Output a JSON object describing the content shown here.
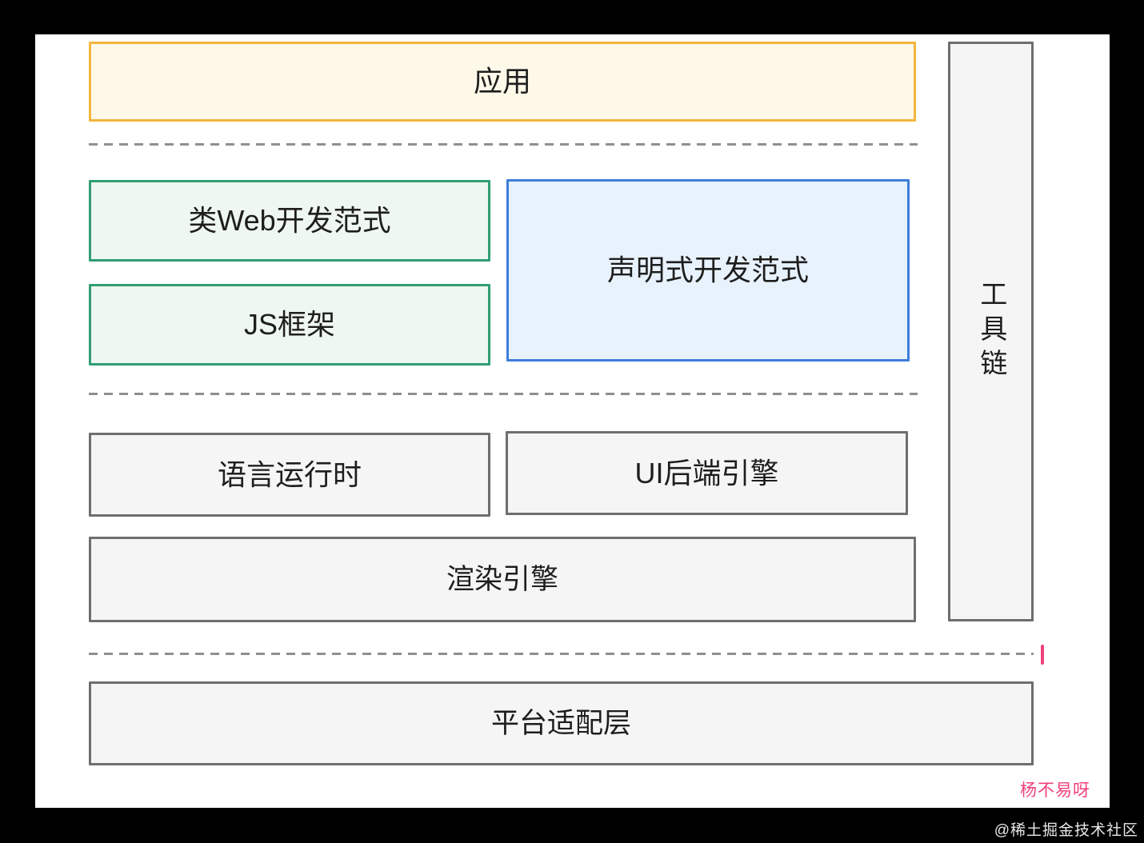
{
  "diagram": {
    "app": {
      "label": "应用"
    },
    "web_paradigm": {
      "label": "类Web开发范式"
    },
    "js_framework": {
      "label": "JS框架"
    },
    "declarative_paradigm": {
      "label": "声明式开发范式"
    },
    "language_runtime": {
      "label": "语言运行时"
    },
    "ui_backend_engine": {
      "label": "UI后端引擎"
    },
    "render_engine": {
      "label": "渲染引擎"
    },
    "toolchain": {
      "label": "工具链"
    },
    "platform_adapter": {
      "label": "平台适配层"
    }
  },
  "watermarks": {
    "author": "杨不易呀",
    "community": "@稀土掘金技术社区"
  },
  "colors": {
    "app_border": "#f2b63c",
    "app_fill": "#fdf8e8",
    "green_border": "#2f9e74",
    "green_fill": "#eef7f0",
    "blue_border": "#3d7edb",
    "blue_fill": "#e8f2fc",
    "gray_border": "#6e6e6e",
    "gray_fill": "#f5f5f5",
    "dash_color": "#8f8f8f",
    "text_color": "#1e1e1e",
    "accent_pink": "#f0417b",
    "footer_text": "#e9e9e9"
  }
}
